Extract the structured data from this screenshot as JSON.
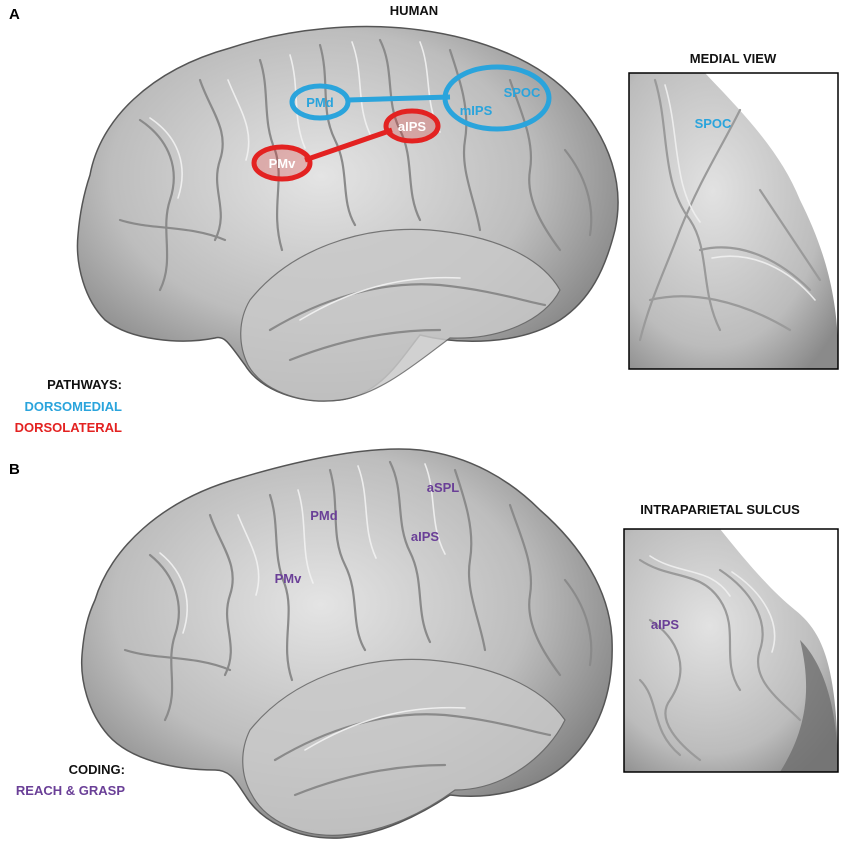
{
  "panels": {
    "a": {
      "letter": "A",
      "title": "HUMAN",
      "inset_title": "MEDIAL VIEW",
      "regions": {
        "pmd": "PMd",
        "aips": "aIPS",
        "pmv": "PMv",
        "spoc": "SPOC",
        "mips": "mIPS",
        "inset_spoc": "SPOC"
      },
      "legend": {
        "heading": "PATHWAYS:",
        "dorsomedial": "DORSOMEDIAL",
        "dorsolateral": "DORSOLATERAL"
      }
    },
    "b": {
      "letter": "B",
      "inset_title": "INTRAPARIETAL SULCUS",
      "regions": {
        "pmd": "PMd",
        "pmv": "PMv",
        "aspl": "aSPL",
        "aips": "aIPS",
        "inset_aips": "aIPS"
      },
      "legend": {
        "heading": "CODING:",
        "reach_grasp": "REACH & GRASP"
      }
    }
  },
  "colors": {
    "dorsomedial": "#2aa4dc",
    "dorsolateral": "#e32221",
    "coding": "#6a3f97",
    "brain_light": "#dcdcdc",
    "brain_dark": "#6e6e6e"
  }
}
